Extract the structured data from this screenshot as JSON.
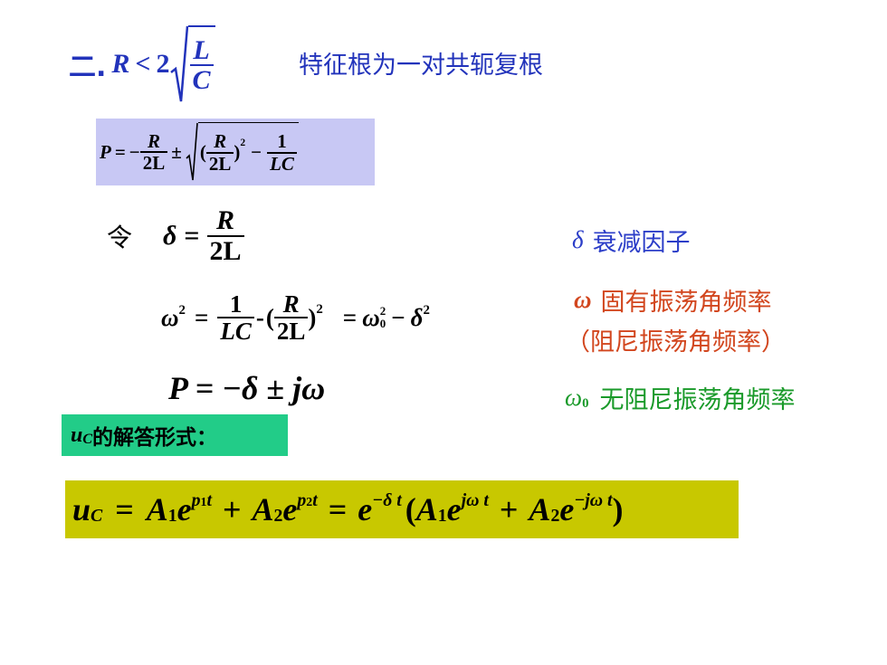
{
  "heading": {
    "number_label": "二.",
    "condition_lhs": "R",
    "condition_op": "<",
    "condition_coef": "2",
    "sqrt_num": "L",
    "sqrt_den": "C",
    "description": "特征根为一对共轭复根"
  },
  "root_formula": {
    "lhs": "P",
    "eq": "=",
    "minus": "−",
    "frac1_num": "R",
    "frac1_den": "2L",
    "pm": "±",
    "paren_open": "(",
    "frac2_num": "R",
    "frac2_den": "2L",
    "paren_close": ")",
    "power": "2",
    "minus2": "−",
    "frac3_num": "1",
    "frac3_den": "LC",
    "bg_color": "#c8c8f4"
  },
  "let_line": {
    "prefix": "令",
    "symbol": "δ",
    "eq": "=",
    "frac_num": "R",
    "frac_den": "2L"
  },
  "omega_line": {
    "lhs": "ω",
    "lhs_power": "2",
    "eq": "=",
    "frac_num": "1",
    "frac_den": "LC",
    "dash": "-",
    "paren_open": "(",
    "frac2_num": "R",
    "frac2_den": "2L",
    "paren_close": ")",
    "power": "2",
    "eq2": "=",
    "omega0": "ω",
    "omega0_sup": "2",
    "omega0_sub": "0",
    "minus": "−",
    "delta": "δ",
    "delta_power": "2"
  },
  "p_line": {
    "text": "P = −δ ± jω"
  },
  "legend": {
    "delta_symbol": "δ",
    "delta_label": "衰减因子",
    "delta_color": "#2c3ec8",
    "omega_symbol": "ω",
    "omega_label": "固有振荡角频率",
    "omega_sublabel": "（阻尼振荡角频率）",
    "omega_color": "#d2461e",
    "omega0_symbol": "ω",
    "omega0_sub": "0",
    "omega0_label": "无阻尼振荡角频率",
    "omega0_color": "#1a9a2a"
  },
  "solution_label": {
    "var": "u",
    "var_sub": "C",
    "text": "的解答形式：",
    "bg_color": "#22cc88"
  },
  "solution_formula": {
    "lhs": "u",
    "lhs_sub": "C",
    "eq": "=",
    "a1": "A",
    "a1_sub": "1",
    "e1": "e",
    "e1_exp": "p",
    "e1_exp_sub": "1",
    "e1_exp_t": "t",
    "plus": "+",
    "a2": "A",
    "a2_sub": "2",
    "e2": "e",
    "e2_exp": "p",
    "e2_exp_sub": "2",
    "e2_exp_t": "t",
    "eq2": "=",
    "e3": "e",
    "e3_exp": "−δ t",
    "paren_open": "(",
    "a3": "A",
    "a3_sub": "1",
    "e4": "e",
    "e4_exp": "jω t",
    "plus2": "+",
    "a4": "A",
    "a4_sub": "2",
    "e5": "e",
    "e5_exp": "−jω t",
    "paren_close": ")",
    "bg_color": "#c8c800"
  }
}
